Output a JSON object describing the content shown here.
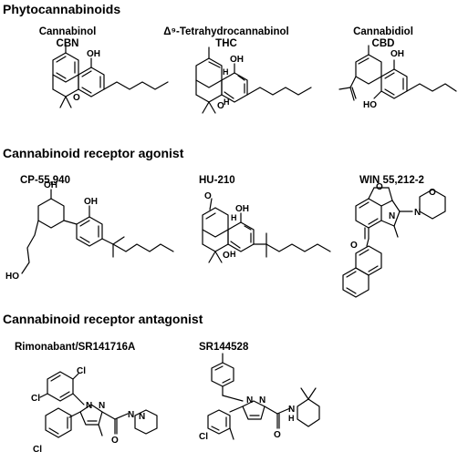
{
  "sections": {
    "phyto": "Phytocannabinoids",
    "agonist": "Cannabinoid receptor agonist",
    "antagonist": "Cannabinoid receptor antagonist"
  },
  "compounds": {
    "cbn": {
      "name": "Cannabinol",
      "abbr": "CBN"
    },
    "thc": {
      "name": "Δ⁹-Tetrahydrocannabinol",
      "abbr": "THC"
    },
    "cbd": {
      "name": "Cannabidiol",
      "abbr": "CBD"
    },
    "cp": {
      "name": "CP-55,940"
    },
    "hu": {
      "name": "HU-210"
    },
    "win": {
      "name": "WIN 55,212-2"
    },
    "rimo": {
      "name": "Rimonabant/SR141716A"
    },
    "sr": {
      "name": "SR144528"
    }
  },
  "atoms": {
    "oh": "OH",
    "h": "H",
    "o": "O",
    "n": "N",
    "nh": "N",
    "h2": "H",
    "ho": "HO",
    "cl": "Cl"
  }
}
